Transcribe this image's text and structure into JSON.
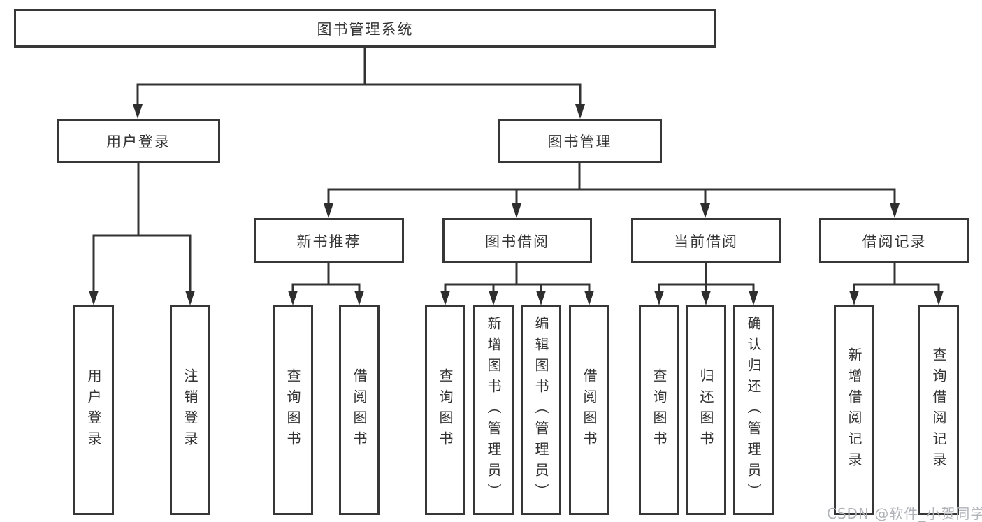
{
  "nodes": {
    "root": "图书管理系统",
    "user_login": "用户登录",
    "book_management": "图书管理",
    "new_book_recommend": "新书推荐",
    "book_borrowing": "图书借阅",
    "current_borrowing": "当前借阅",
    "borrowing_records": "借阅记录",
    "leaf_user_login": "用户登录",
    "leaf_logout": "注销登录",
    "leaf_query_books_rec": "查询图书",
    "leaf_borrow_books_rec": "借阅图书",
    "leaf_query_books_borrow": "查询图书",
    "leaf_add_book_admin": "新增图书（管理员）",
    "leaf_edit_book_admin": "编辑图书（管理员）",
    "leaf_borrow_books_borrow": "借阅图书",
    "leaf_query_books_current": "查询图书",
    "leaf_return_book": "归还图书",
    "leaf_confirm_return_admin": "确认归还（管理员）",
    "leaf_add_borrow_record": "新增借阅记录",
    "leaf_query_borrow_record": "查询借阅记录"
  },
  "watermark": "CSDN @软件_小贺同学",
  "colors": {
    "line": "#333333",
    "box_border": "#373737",
    "text": "#333333",
    "watermark": "#b0b3b8",
    "background": "#ffffff"
  }
}
